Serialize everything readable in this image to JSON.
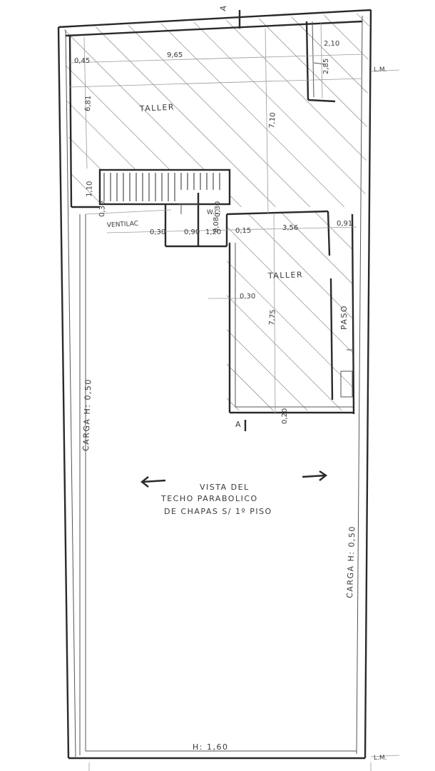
{
  "labels": {
    "taller_top": "TALLER",
    "taller_mid": "TALLER",
    "paso": "PASO",
    "ventilac": "VENTILAC",
    "wc": "W.C.",
    "carga_left": "CARGA  H: 0,50",
    "carga_right": "CARGA  H: 0,50",
    "section_top": "A",
    "section_bottom": "A",
    "lm_top": "L.M.",
    "lm_bottom": "L.M.",
    "bottom_h": "H: 1,60",
    "note_line1": "VISTA  DEL",
    "note_line2": "TECHO  PARABOLICO",
    "note_line3": "DE  CHAPAS  S/ 1º PISO"
  },
  "dims": {
    "d_045": "0,45",
    "d_965": "9,65",
    "d_210": "2,10",
    "d_285": "2,85",
    "d_681": "6,81",
    "d_710": "7,10",
    "d_110": "1,10",
    "d_030a": "0,30",
    "d_030b": "0,30",
    "d_030c": "0,30",
    "d_090": "0,90",
    "d_120": "1,20",
    "d_008": "0,08",
    "d_015": "0,15",
    "d_356": "3,56",
    "d_091": "0,91",
    "d_030d": "0,30",
    "d_775": "7,75",
    "d_020": "0,20"
  },
  "colors": {
    "line": "#2a2a2a",
    "hatch": "#6b6b6b",
    "paper": "#ffffff"
  }
}
